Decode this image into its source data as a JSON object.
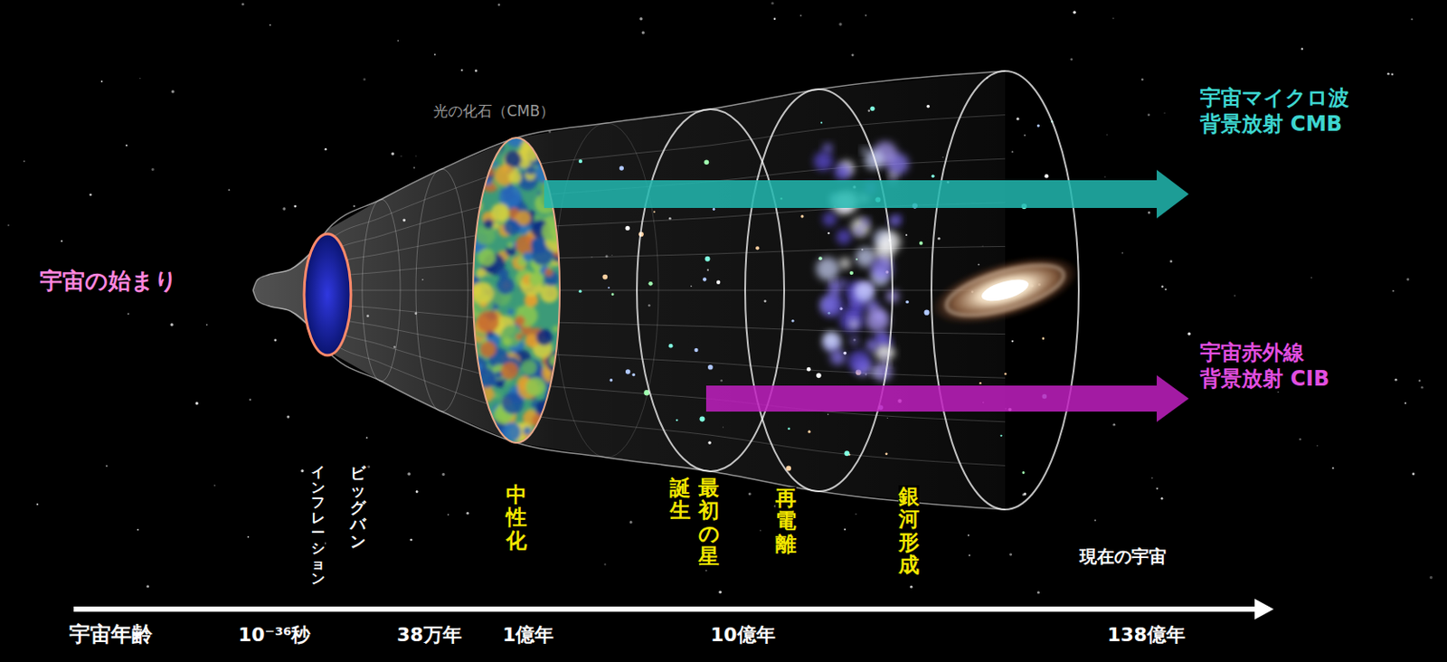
{
  "diagram": {
    "labels": [
      "光の化石（CMB）",
      "宇宙マイクロ波 背景放射 CMB",
      "宇宙の始まり",
      "宇宙赤外線 背景放射 CIB",
      "インフレーション",
      "ビッグバン",
      "中性化",
      "誕生",
      "最初の星",
      "再電離",
      "銀河形成",
      "現在の宇宙",
      "宇宙年齢",
      "10⁻³⁶秒",
      "38万年",
      "1億年",
      "10億年",
      "138億年"
    ]
  }
}
